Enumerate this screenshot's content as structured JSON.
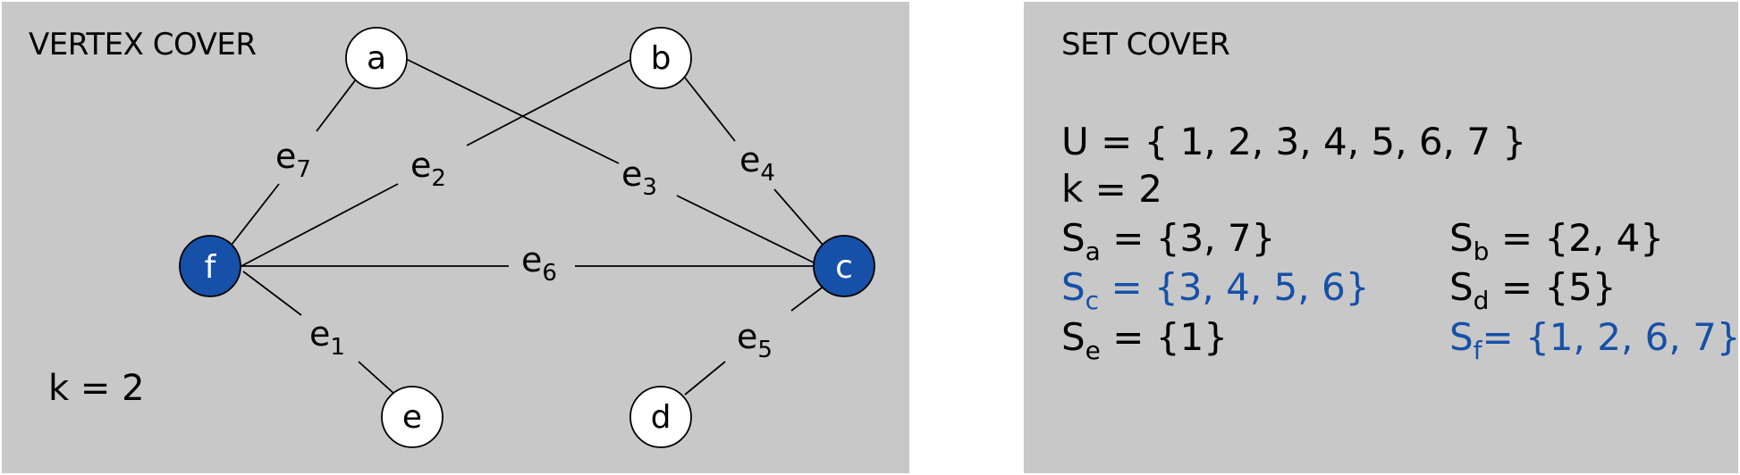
{
  "vertex_cover": {
    "title": "VERTEX COVER",
    "k_label": "k = 2",
    "nodes": [
      {
        "id": "a",
        "label": "a",
        "selected": false
      },
      {
        "id": "b",
        "label": "b",
        "selected": false
      },
      {
        "id": "c",
        "label": "c",
        "selected": true
      },
      {
        "id": "d",
        "label": "d",
        "selected": false
      },
      {
        "id": "e",
        "label": "e",
        "selected": false
      },
      {
        "id": "f",
        "label": "f",
        "selected": true
      }
    ],
    "edges": [
      {
        "id": "e1",
        "label": "e",
        "sub": "1",
        "from": "f",
        "to": "e"
      },
      {
        "id": "e2",
        "label": "e",
        "sub": "2",
        "from": "f",
        "to": "b"
      },
      {
        "id": "e3",
        "label": "e",
        "sub": "3",
        "from": "a",
        "to": "c"
      },
      {
        "id": "e4",
        "label": "e",
        "sub": "4",
        "from": "b",
        "to": "c"
      },
      {
        "id": "e5",
        "label": "e",
        "sub": "5",
        "from": "c",
        "to": "d"
      },
      {
        "id": "e6",
        "label": "e",
        "sub": "6",
        "from": "f",
        "to": "c"
      },
      {
        "id": "e7",
        "label": "e",
        "sub": "7",
        "from": "a",
        "to": "f"
      }
    ],
    "colors": {
      "selected_fill": "#1650a8",
      "unselected_fill": "#ffffff",
      "selected_text": "#ffffff"
    }
  },
  "set_cover": {
    "title": "SET COVER",
    "universe": "U = { 1, 2, 3, 4, 5, 6, 7 }",
    "k_label": "k = 2",
    "sets": [
      {
        "name": "S",
        "sub": "a",
        "value": "= {3, 7}",
        "highlight": false
      },
      {
        "name": "S",
        "sub": "b",
        "value": "= {2, 4}",
        "highlight": false
      },
      {
        "name": "S",
        "sub": "c",
        "value": "= {3, 4, 5, 6}",
        "highlight": true
      },
      {
        "name": "S",
        "sub": "d",
        "value": "= {5}",
        "highlight": false
      },
      {
        "name": "S",
        "sub": "e",
        "value": "= {1}",
        "highlight": false
      },
      {
        "name": "S",
        "sub": "f",
        "value": "= {1, 2, 6, 7}",
        "highlight": true
      }
    ],
    "highlight_color": "#1650a8"
  }
}
